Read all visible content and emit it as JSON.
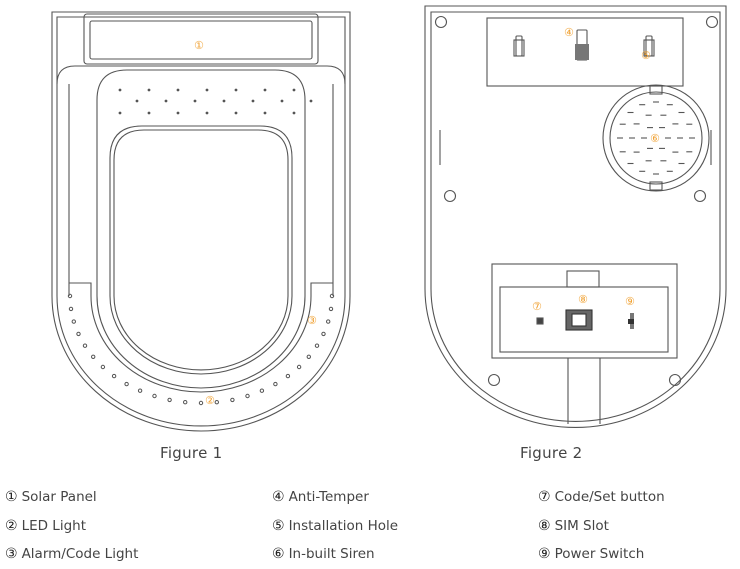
{
  "figure1": {
    "caption": "Figure 1",
    "callouts": [
      "①",
      "②",
      "③"
    ]
  },
  "figure2": {
    "caption": "Figure 2",
    "callouts": [
      "④",
      "⑤",
      "⑥",
      "⑦",
      "⑧",
      "⑨"
    ]
  },
  "legend": [
    [
      {
        "num": "①",
        "label": " Solar Panel"
      },
      {
        "num": "②",
        "label": "LED Light"
      },
      {
        "num": "③",
        "label": "Alarm/Code Light"
      }
    ],
    [
      {
        "num": "④",
        "label": "Anti-Temper"
      },
      {
        "num": "⑤",
        "label": "Installation Hole"
      },
      {
        "num": "⑥",
        "label": "In-built Siren"
      }
    ],
    [
      {
        "num": "⑦",
        "label": "Code/Set button"
      },
      {
        "num": "⑧",
        "label": "SIM Slot"
      },
      {
        "num": "⑨",
        "label": "Power Switch"
      }
    ]
  ],
  "colors": {
    "outline": "#555555",
    "callout": "#f0a030"
  }
}
